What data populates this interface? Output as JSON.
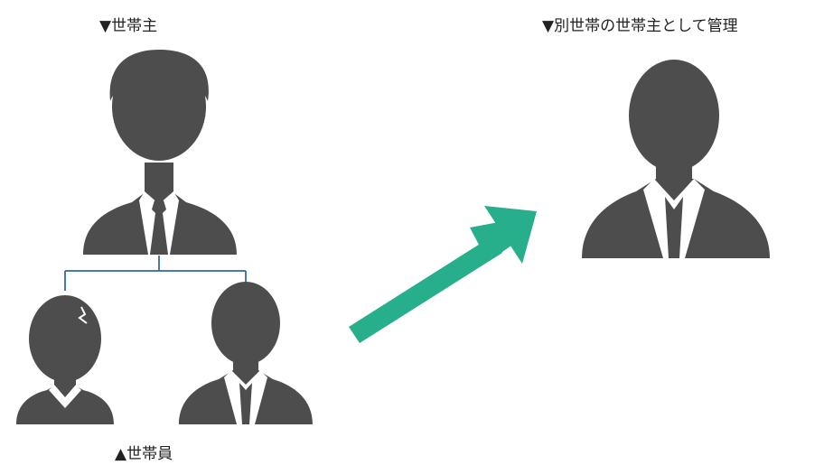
{
  "labels": {
    "household_head": "▼世帯主",
    "separate_household": "▼別世帯の世帯主として管理",
    "household_members": "▲世帯員"
  },
  "icons": {
    "head": "businessman-silhouette-icon",
    "member_left": "woman-silhouette-icon",
    "member_right": "businesswoman-silhouette-icon",
    "separate": "businesswoman-silhouette-icon",
    "arrow": "diagonal-arrow-icon"
  },
  "colors": {
    "silhouette": "#4d4d4d",
    "connector": "#4a78b5",
    "arrow": "#27ae8a",
    "collar": "#ffffff"
  }
}
